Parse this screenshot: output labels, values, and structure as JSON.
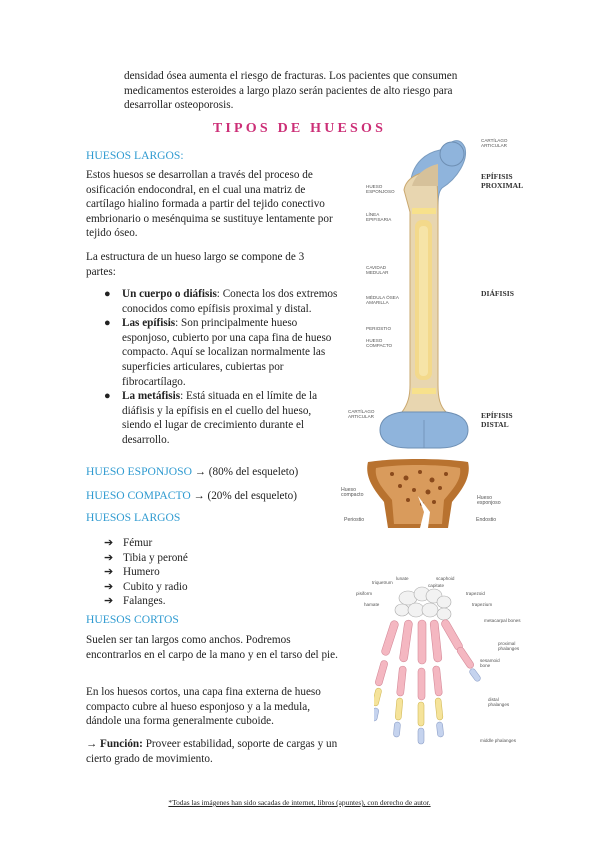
{
  "intro": "densidad ósea aumenta el riesgo de fracturas. Los pacientes que consumen medicamentos esteroides a largo plazo serán pacientes de alto riesgo para desarrollar osteoporosis.",
  "title": "TIPOS DE HUESOS",
  "section1": {
    "heading": "HUESOS LARGOS:",
    "paragraph1": " Estos huesos se desarrollan a través del proceso de osificación endocondral, en el cual una matriz de cartílago hialino formada a partir del tejido conectivo embrionario o mesénquima se sustituye lentamente por tejido óseo.",
    "paragraph2": "La estructura de un hueso largo se compone de 3 partes:",
    "bullets": [
      {
        "term": "Un cuerpo o diáfisis",
        "text": ": Conecta los dos extremos conocidos como epífisis proximal y distal."
      },
      {
        "term": "Las epífisis",
        "text": ": Son principalmente hueso esponjoso, cubierto por una capa fina de hueso compacto. Aquí se localizan normalmente las superficies articulares, cubiertas por fibrocartílago."
      },
      {
        "term": "La metáfisis",
        "text": ": Está situada en el límite de la diáfisis y la epífisis en el cuello del hueso, siendo el lugar de crecimiento durante el desarrollo."
      }
    ]
  },
  "esponjoso": {
    "label": "HUESO ESPONJOSO",
    "arrow": "→",
    "text": " (80% del esqueleto)"
  },
  "compacto": {
    "label": "HUESO COMPACTO",
    "arrow": "→",
    "text": " (20% del esqueleto)"
  },
  "section2": {
    "heading": "HUESOS LARGOS",
    "items": [
      "Fémur",
      "Tibia y peroné",
      "Humero",
      "Cubito y radio",
      "Falanges."
    ],
    "arrow": "➔"
  },
  "section3": {
    "heading": "HUESOS CORTOS",
    "paragraph1": "Suelen ser tan largos como anchos. Podremos encontrarlos en el carpo de la mano y en el tarso del pie.",
    "paragraph2": "En los huesos cortos, una capa fina externa de hueso compacto cubre al hueso esponjoso y a la medula, dándole una forma generalmente cuboide.",
    "function_arrow": "→",
    "function_label": "Función:",
    "function_text": " Proveer estabilidad, soporte de cargas y un cierto grado de movimiento."
  },
  "footnote": "*Todas las imágenes han sido sacadas de internet, libros (apuntes), con derecho de autor.",
  "femur_figure": {
    "labels_right": [
      "EPÍFISIS PROXIMAL",
      "DIÁFISIS",
      "EPÍFISIS DISTAL"
    ],
    "labels_small_right": [
      "CARTÍLAGO ARTICULAR"
    ],
    "labels_small_left": [
      "HUESO ESPONJOSO",
      "LÍNEA EPIFISARIA",
      "CAVIDAD MEDULAR",
      "MÉDULA ÓSEA AMARILLA",
      "PERIOSTIO",
      "HUESO COMPACTO",
      "CARTÍLAGO ARTICULAR"
    ]
  },
  "bone_section_figure": {
    "labels": [
      "Hueso compacto",
      "Hueso esponjoso",
      "Periostio",
      "Endostio"
    ]
  },
  "hand_figure": {
    "labels": [
      "lunate",
      "scaphoid",
      "triquetrum",
      "capitate",
      "pisiform",
      "trapezoid",
      "hamate",
      "trapezium",
      "metacarpal bones",
      "proximal phalanges",
      "sesamoid bone",
      "distal phalanges",
      "middle phalanges"
    ]
  },
  "colors": {
    "title": "#cc2f77",
    "heading": "#2e9ad0",
    "epiphysis": "#8fb4dc",
    "marrow": "#f3d98b",
    "bone": "#f1e7d3"
  }
}
